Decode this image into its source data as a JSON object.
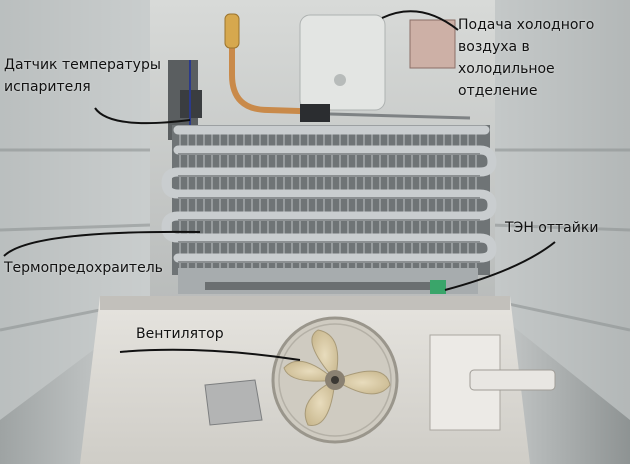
{
  "annotations": {
    "evaporator_sensor": "Датчик температуры\nиспарителя",
    "cold_air_supply": "Подача холодного\nвоздуха в\nхолодильное\nотделение",
    "defrost_heater": "ТЭН оттайки",
    "thermal_fuse": "Термопредохраитель",
    "fan": "Вентилятор"
  },
  "colors": {
    "wall": "#d9dcdc",
    "coil_tube": "#b8bcbe",
    "fins": "#8c9092",
    "copper": "#c98a4a",
    "fan_blade": "#d9cba8",
    "label_text": "#111111",
    "leader_line": "#111111",
    "green_clip": "#3aa56a"
  },
  "icons": [
    "evaporator-coil",
    "fan",
    "copper-pipe",
    "temperature-sensor",
    "green-clip"
  ]
}
